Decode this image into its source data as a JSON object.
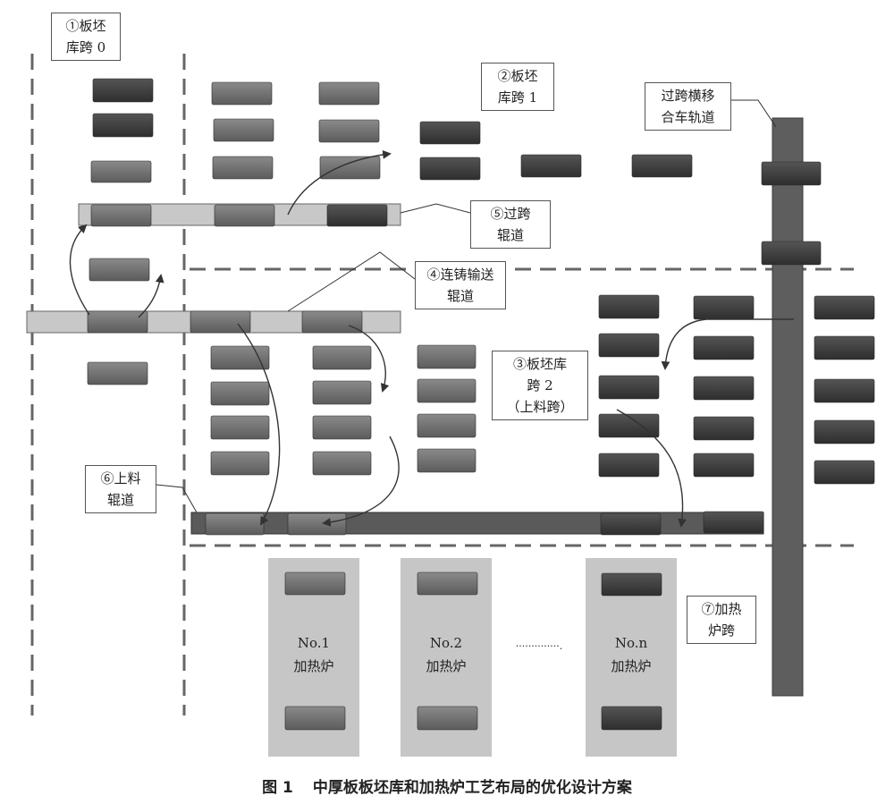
{
  "labels": {
    "bay0": [
      "①板坯",
      "库跨 0"
    ],
    "bay1": [
      "②板坯",
      "库跨 1"
    ],
    "bay2": [
      "③板坯库",
      "跨 2",
      "（上料跨）"
    ],
    "transfer_roller": [
      "⑤过跨",
      "辊道"
    ],
    "caster_roller": [
      "④连铸输送",
      "辊道"
    ],
    "charging_roller": [
      "⑥上料",
      "辊道"
    ],
    "furnace_bay": [
      "⑦加热",
      "炉跨"
    ],
    "rail": [
      "过跨横移",
      "合车轨道"
    ]
  },
  "furnaces": [
    {
      "number": "No.1",
      "name": "加热炉"
    },
    {
      "number": "No.2",
      "name": "加热炉"
    },
    {
      "number": "No.n",
      "name": "加热炉"
    }
  ],
  "ellipsis": "··············.",
  "caption": {
    "number": "图 1",
    "title": "中厚板板坯库和加热炉工艺布局的优化设计方案"
  },
  "colors": {
    "slab_dark": "#3f3f3f",
    "slab_mid": "#6e6e6e",
    "slab_light": "#8a8a8a",
    "roller_light": "#c8c8c8",
    "charging_roller": "#5a5a5a",
    "rail": "#5e5e5e",
    "furnace_bg": "#c6c6c6"
  }
}
